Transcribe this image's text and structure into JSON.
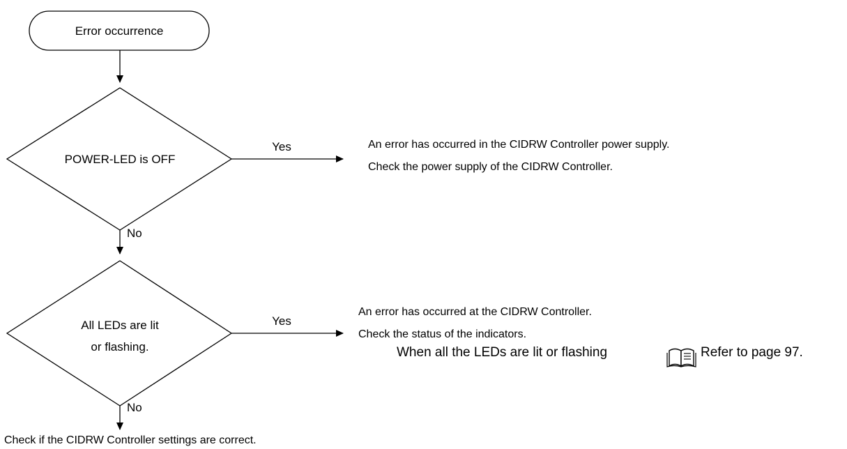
{
  "flowchart": {
    "start": "Error occurrence",
    "decision1": {
      "text": "POWER-LED is OFF",
      "yes": "Yes",
      "no": "No"
    },
    "decision2": {
      "line1": "All LEDs are lit",
      "line2": "or flashing.",
      "yes": "Yes",
      "no": "No"
    },
    "result1": {
      "line1": "An error has occurred in the CIDRW Controller power supply.",
      "line2": "Check the power supply of the CIDRW Controller."
    },
    "result2": {
      "line1": "An error has occurred at the CIDRW Controller.",
      "line2": "Check the status of the indicators.",
      "line3": "When all the LEDs are lit or flashing",
      "ref": "Refer to page 97."
    },
    "end": "Check if the CIDRW Controller settings are correct."
  },
  "icons": {
    "reference": "book-icon"
  }
}
